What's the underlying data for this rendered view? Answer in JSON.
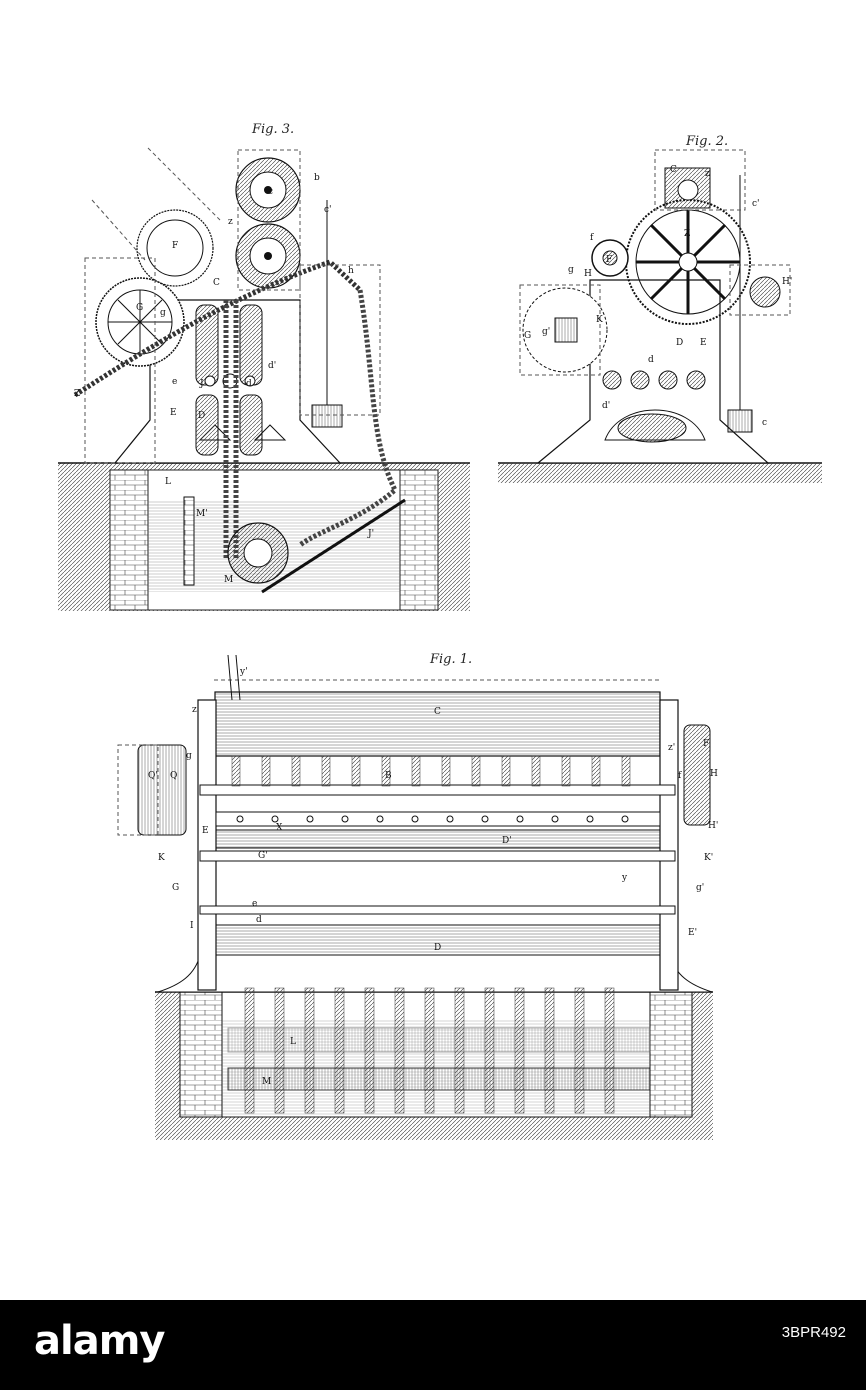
{
  "figures": {
    "fig3": {
      "title": "Fig. 3."
    },
    "fig2": {
      "title": "Fig. 2."
    },
    "fig1": {
      "title": "Fig. 1."
    }
  },
  "labels": {
    "fig3": [
      "b",
      "c",
      "c'",
      "z",
      "h",
      "C",
      "F",
      "G",
      "g",
      "J",
      "d",
      "d'",
      "e",
      "E",
      "D",
      "L",
      "M'",
      "M",
      "J'",
      "Z"
    ],
    "fig2": [
      "C",
      "z",
      "c'",
      "Z",
      "g",
      "f",
      "F",
      "G",
      "g'",
      "K",
      "H",
      "H'",
      "D",
      "E",
      "d",
      "d'",
      "c"
    ],
    "fig1": [
      "y'",
      "C",
      "z",
      "z'",
      "g",
      "Q'",
      "Q",
      "B",
      "F",
      "f",
      "H",
      "H'",
      "E",
      "D'",
      "K",
      "K'",
      "G",
      "G'",
      "g'",
      "I",
      "e",
      "d",
      "D",
      "E'",
      "L",
      "M",
      "y",
      "X"
    ]
  },
  "footer": {
    "logo": "alamy",
    "image_id": "3BPR492"
  }
}
